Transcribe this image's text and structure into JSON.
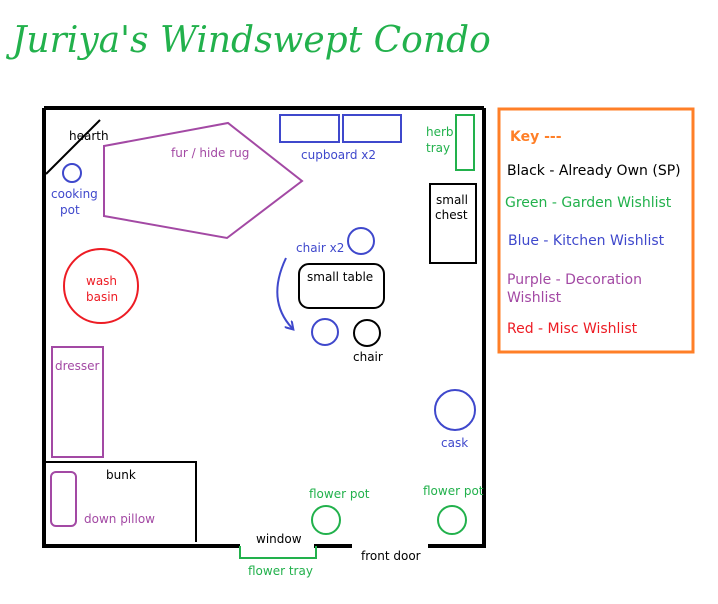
{
  "title": "Juriya's Windswept Condo",
  "colors": {
    "black": "#000000",
    "green": "#22b14c",
    "blue": "#3f48cc",
    "purple": "#a349a4",
    "red": "#ed1c24",
    "orange": "#ff7f27"
  },
  "labels": {
    "hearth": "hearth",
    "cooking_pot": [
      "cooking",
      "pot"
    ],
    "rug": "fur / hide rug",
    "cupboard": "cupboard x2",
    "herb_tray": [
      "herb",
      "tray"
    ],
    "small_chest": [
      "small",
      "chest"
    ],
    "chair_x2": "chair x2",
    "small_table": "small table",
    "chair": "chair",
    "wash_basin": [
      "wash",
      "basin"
    ],
    "dresser": "dresser",
    "cask": "cask",
    "bunk": "bunk",
    "down_pillow": "down pillow",
    "flower_pot_left": "flower pot",
    "flower_pot_right": "flower pot",
    "window": "window",
    "flower_tray": "flower tray",
    "front_door": "front door"
  },
  "key": {
    "heading": "Key ---",
    "entries": [
      {
        "text": "Black - Already Own (SP)",
        "color": "#000000"
      },
      {
        "text": "Green - Garden Wishlist",
        "color": "#22b14c"
      },
      {
        "text": "Blue - Kitchen Wishlist",
        "color": "#3f48cc"
      },
      {
        "lines": [
          "Purple - Decoration",
          "Wishlist"
        ],
        "color": "#a349a4"
      },
      {
        "text": "Red - Misc Wishlist",
        "color": "#ed1c24"
      }
    ]
  }
}
